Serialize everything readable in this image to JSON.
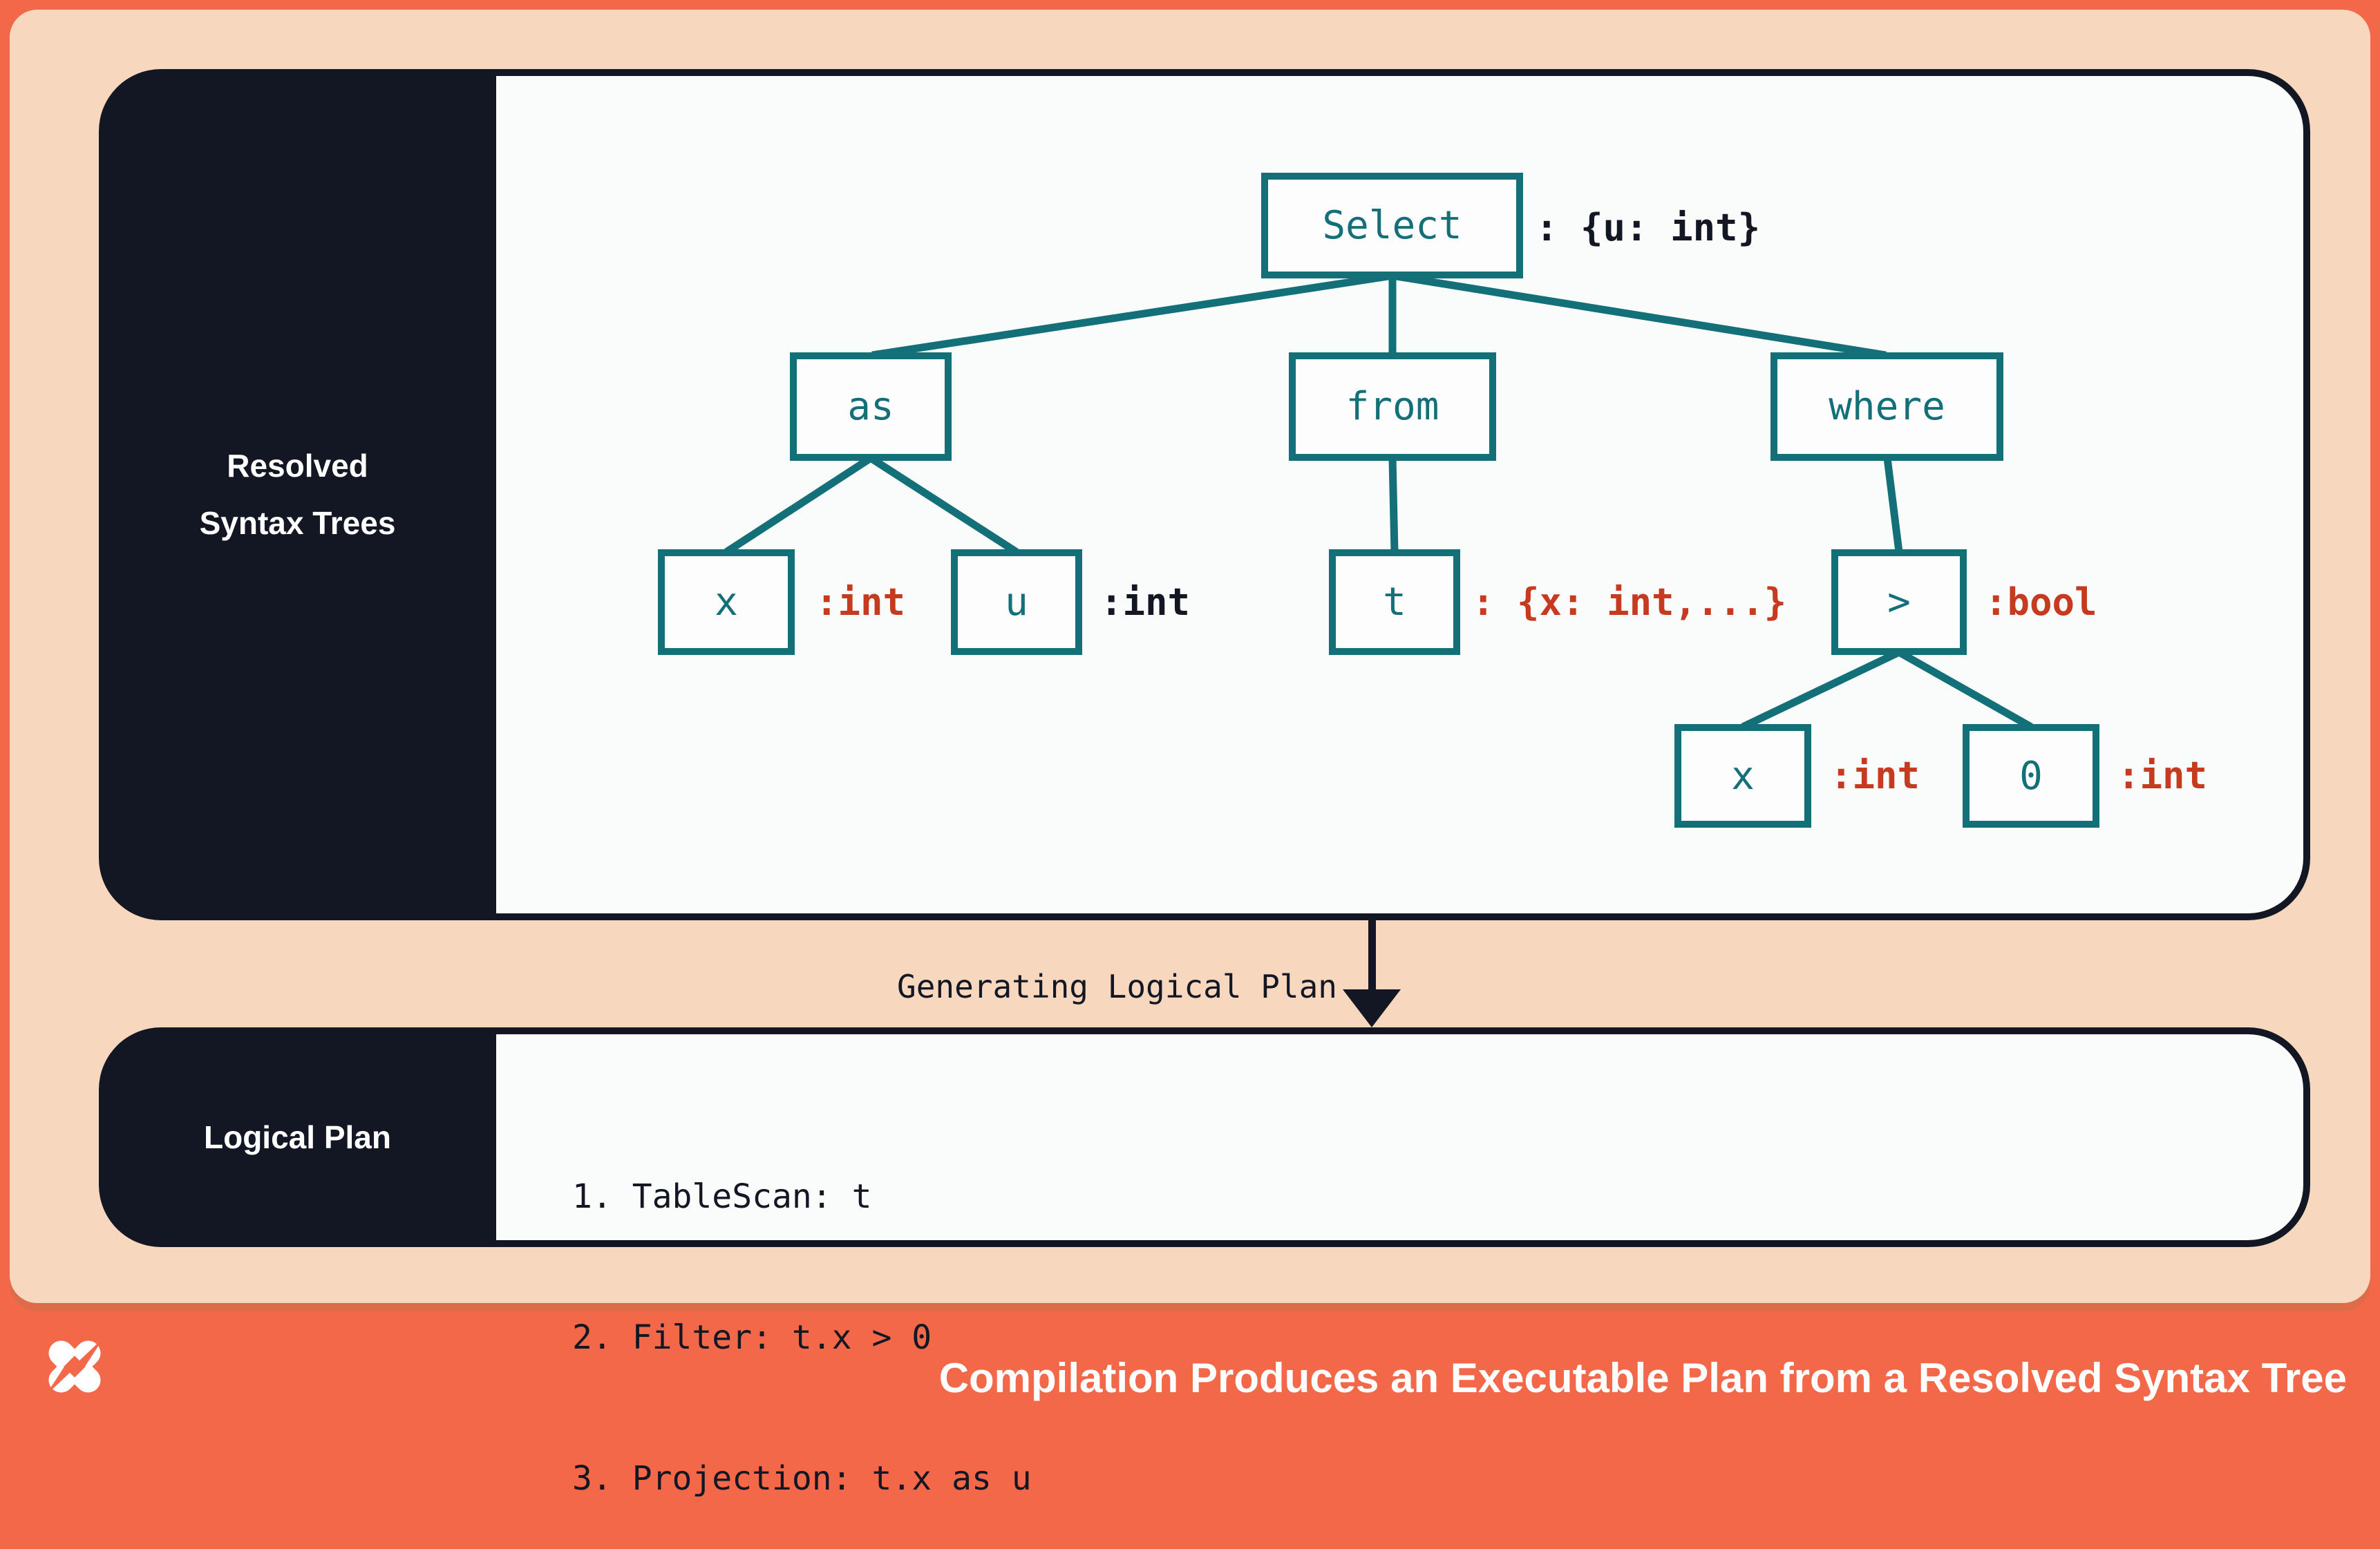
{
  "colors": {
    "teal": "#136f78",
    "navy": "#131724",
    "rust": "#c63b1f",
    "peach": "#f7d8be",
    "orange": "#f4684a",
    "panel_white": "#fafbfb"
  },
  "panels": {
    "resolved": {
      "title": "Resolved Syntax Trees"
    },
    "logical": {
      "title": "Logical Plan",
      "steps": [
        "1. TableScan: t",
        "2. Filter: t.x > 0",
        "3. Projection: t.x as u"
      ]
    }
  },
  "tree": {
    "nodes": [
      {
        "id": "select",
        "label": "Select",
        "annotation": ": {u: int}"
      },
      {
        "id": "as",
        "label": "as"
      },
      {
        "id": "from",
        "label": "from"
      },
      {
        "id": "where",
        "label": "where"
      },
      {
        "id": "x-proj",
        "label": "x",
        "annotation": ":int"
      },
      {
        "id": "u",
        "label": "u",
        "annotation": ":int"
      },
      {
        "id": "t",
        "label": "t",
        "annotation": ": {x: int,...}"
      },
      {
        "id": "gt",
        "label": ">",
        "annotation": ":bool"
      },
      {
        "id": "x-pred",
        "label": "x",
        "annotation": ":int"
      },
      {
        "id": "zero",
        "label": "0",
        "annotation": ":int"
      }
    ]
  },
  "flow": {
    "label": "Generating Logical Plan"
  },
  "footer": {
    "title": "Compilation Produces an Executable Plan from a Resolved Syntax Tree",
    "logo": "star-pinwheel-logo"
  }
}
